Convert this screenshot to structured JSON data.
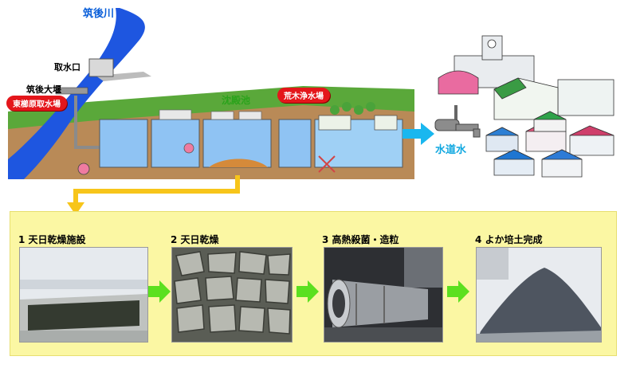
{
  "labels": {
    "river": "筑後川",
    "intake": "取水口",
    "weir": "筑後大堰",
    "intake_station": "東櫛原取水場",
    "sedimentation": "沈殿池",
    "plant": "荒木浄水場",
    "tap_water": "水道水"
  },
  "steps": [
    {
      "number": "1",
      "title": "天日乾燥施設"
    },
    {
      "number": "2",
      "title": "天日乾燥"
    },
    {
      "number": "3",
      "title": "高熱殺菌・造粒"
    },
    {
      "number": "4",
      "title": "よか培土完成"
    }
  ],
  "colors": {
    "river": "#1e56e0",
    "badge_red": "#e4161b",
    "panel": "#fbf7a3",
    "flow_arrow": "#f7c51a",
    "step_arrow": "#5be01f",
    "water_out": "#19b7ef"
  }
}
